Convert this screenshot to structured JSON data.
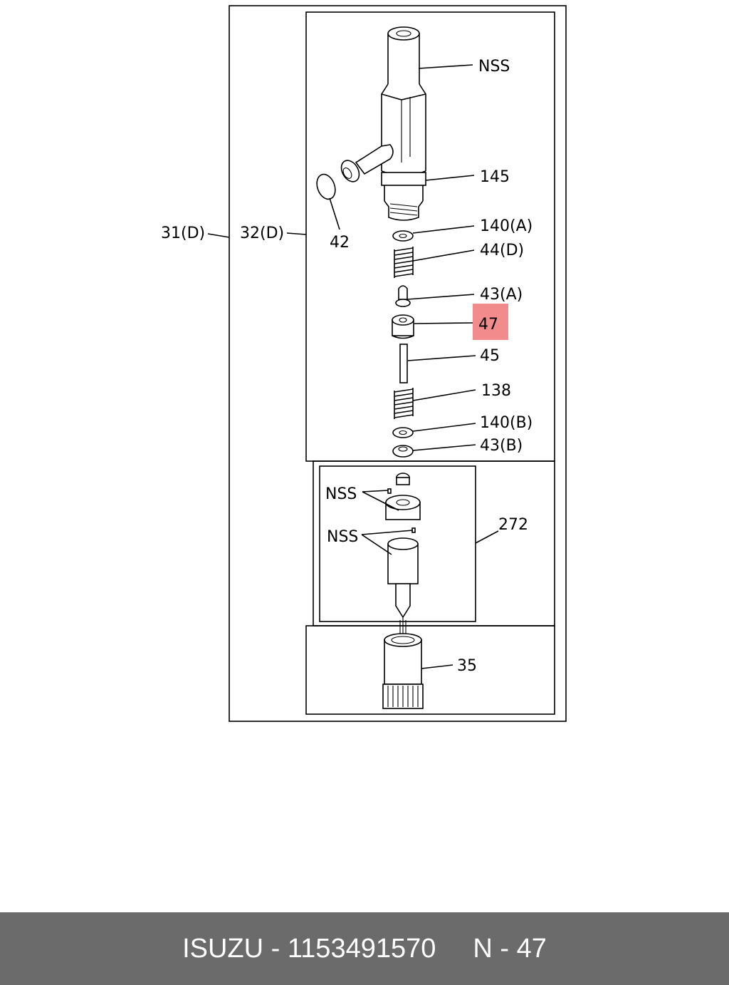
{
  "diagram": {
    "labels": {
      "nss_top": "NSS",
      "p145": "145",
      "p42": "42",
      "p31": "31(D)",
      "p32": "32(D)",
      "p140a": "140(A)",
      "p44d": "44(D)",
      "p43a": "43(A)",
      "p47": "47",
      "p45": "45",
      "p138": "138",
      "p140b": "140(B)",
      "p43b": "43(B)",
      "nss_1": "NSS",
      "nss_2": "NSS",
      "p272": "272",
      "p35": "35"
    },
    "highlight_color": "#f28b8b"
  },
  "footer": {
    "brand": "ISUZU",
    "separator": "-",
    "part_number": "1153491570",
    "ref_prefix": "N",
    "ref_number": "47"
  }
}
